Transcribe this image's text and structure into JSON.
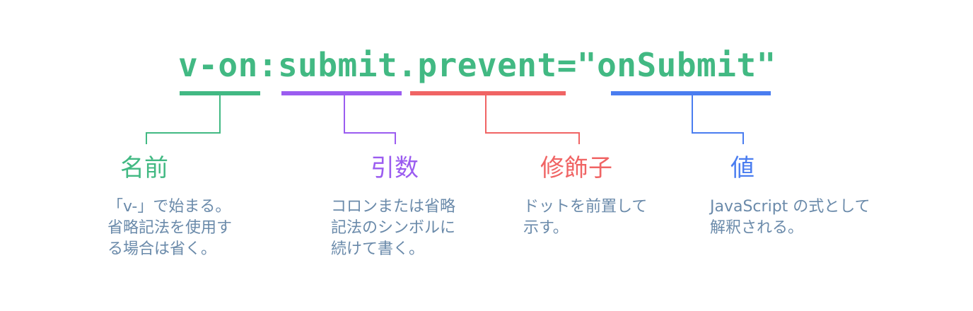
{
  "code": {
    "text": "v-on:submit.prevent=\"onSubmit\""
  },
  "colors": {
    "name": "#42b983",
    "argument": "#9b5cf0",
    "modifier": "#f06464",
    "value": "#4a7df0",
    "description": "#6a8aaa"
  },
  "parts": {
    "name": {
      "label": "名前",
      "description": "「v-」で始まる。\n省略記法を使用す\nる場合は省く。"
    },
    "argument": {
      "label": "引数",
      "description": "コロンまたは省略\n記法のシンボルに\n続けて書く。"
    },
    "modifier": {
      "label": "修飾子",
      "description": "ドットを前置して\n示す。"
    },
    "value": {
      "label": "値",
      "description": "JavaScript の式として\n解釈される。"
    }
  }
}
